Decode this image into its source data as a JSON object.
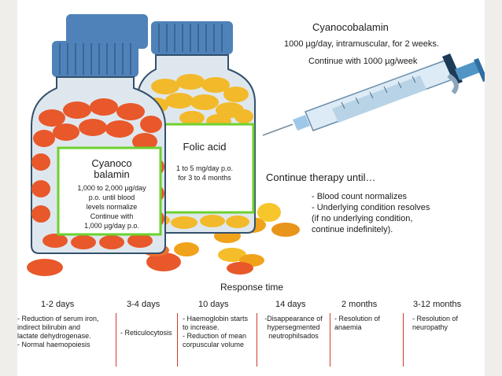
{
  "injection": {
    "title": "Cyanocobalamin",
    "dose": "1000 µg/day, intramuscular, for 2 weeks.",
    "continue": "Continue with 1000 µg/week"
  },
  "bottles": {
    "cyanocobalamin": {
      "name_1": "Cyanoco",
      "name_2": "balamin",
      "dose": [
        "1,000 to 2,000 µg/day",
        "p.o. until blood",
        "levels normalize",
        "Continue with",
        "1,000 µg/day p.o."
      ]
    },
    "folic_acid": {
      "name": "Folic acid",
      "dose": [
        "1 to 5 mg/day p.o.",
        "for 3 to 4 months"
      ]
    }
  },
  "therapy": {
    "title": "Continue therapy until…",
    "conditions": [
      "- Blood count normalizes",
      "- Underlying condition resolves",
      "(if no underlying condition,",
      "continue indefinitely)."
    ]
  },
  "response": {
    "title": "Response time",
    "columns": [
      {
        "header": "1-2 days",
        "lines": [
          "- Reduction of serum iron,",
          "indirect bilirubin and",
          "lactate dehydrogenase.",
          "- Normal haemopoiesis"
        ]
      },
      {
        "header": "3-4 days",
        "lines": [
          "- Reticulocytosis"
        ]
      },
      {
        "header": "10 days",
        "lines": [
          "- Haemoglobin starts",
          "to increase.",
          "- Reduction of mean",
          "corpuscular volume"
        ]
      },
      {
        "header": "14 days",
        "lines": [
          "-Disappearance of",
          "hypersegmented",
          "neutrophilsados"
        ]
      },
      {
        "header": "2 months",
        "lines": [
          "- Resolution of",
          "anaemia"
        ]
      },
      {
        "header": "3-12 months",
        "lines": [
          "- Resolution of",
          "neuropathy"
        ]
      }
    ]
  },
  "colors": {
    "divider": "#cf3b2a",
    "cap": "#4f82b8",
    "tablet_orange": "#e8582a",
    "tablet_yellow": "#f2b92b",
    "label_border": "#6dd22e"
  }
}
